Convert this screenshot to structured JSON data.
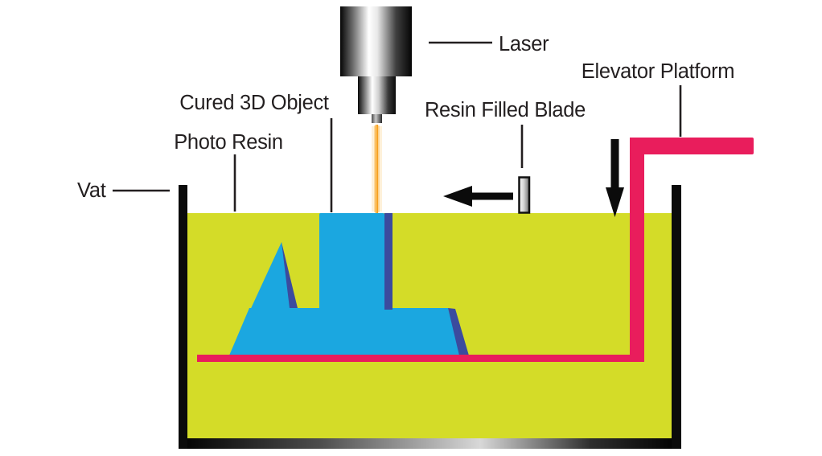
{
  "diagram": {
    "labels": {
      "vat": "Vat",
      "photo_resin": "Photo Resin",
      "cured_object": "Cured 3D Object",
      "laser": "Laser",
      "resin_filled_blade": "Resin Filled Blade",
      "elevator_platform": "Elevator Platform"
    },
    "colors": {
      "resin_yellow": "#D4DC28",
      "object_light_blue": "#1BA7E0",
      "object_shadow_blue": "#3B4B9E",
      "platform_pink": "#E91D5C",
      "laser_beam_orange": "#F59C1C",
      "vat_black": "#0B0B0B",
      "label_text": "#231F20"
    }
  }
}
